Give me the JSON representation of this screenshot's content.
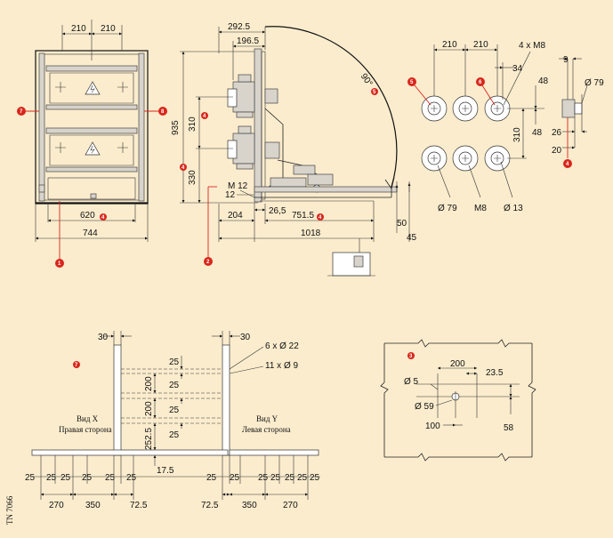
{
  "colors": {
    "background": "#fbeccd",
    "marker": "#d9261c",
    "line": "#222222"
  },
  "front_view": {
    "dims": {
      "top_a": "210",
      "top_b": "210",
      "mid": "620",
      "bottom": "744"
    },
    "markers": [
      "7",
      "8",
      "4",
      "1"
    ]
  },
  "side_view": {
    "dims": {
      "top_total": "292.5",
      "top_inner": "196.5",
      "height": "935",
      "upper": "310",
      "lower": "330",
      "m12": "M 12",
      "d12": "12",
      "d204": "204",
      "d26_5": "26,5",
      "d751_5": "751.5",
      "d1018": "1018",
      "d50": "50",
      "d45": "45",
      "angle": "90°"
    },
    "markers": [
      "5",
      "4",
      "4",
      "4",
      "2"
    ]
  },
  "bushing_view": {
    "dims": {
      "a": "210",
      "b": "210",
      "c": "4 x M8",
      "d9": "9",
      "d34": "34",
      "d48a": "48",
      "d48b": "48",
      "d310": "310",
      "d79a": "Ø 79",
      "d26": "26",
      "d20": "20",
      "d79b": "Ø 79",
      "m8": "M8",
      "d13": "Ø 13"
    },
    "markers": [
      "5",
      "6",
      "4"
    ]
  },
  "rails_view": {
    "dims": {
      "top_l": "30",
      "top_r": "30",
      "holes_a": "6 x Ø 22",
      "holes_b": "11 x Ø 9",
      "v25a": "25",
      "v200a": "200",
      "v25b": "25",
      "v25c": "25",
      "v200b": "200",
      "v25d": "25",
      "v252_5": "252.5",
      "v17_5": "17.5",
      "bottom_25": [
        "25",
        "25",
        "25",
        "25",
        "25",
        "25",
        "25",
        "25",
        "25",
        "25",
        "25",
        "25",
        "25"
      ],
      "b270a": "270",
      "b350a": "350",
      "b72_5a": "72.5",
      "b72_5b": "72.5",
      "b350b": "350",
      "b270b": "270"
    },
    "view_x_line1": "Вид X",
    "view_x_line2": "Правая сторона",
    "view_y_line1": "Вид Y",
    "view_y_line2": "Левая сторона",
    "marker": "7"
  },
  "floor_cut_view": {
    "dims": {
      "d200": "200",
      "d23_5": "23.5",
      "d5": "Ø 5",
      "d59": "Ø 59",
      "d100": "100",
      "d58": "58"
    },
    "marker": "3"
  },
  "drawing_id": "TN 7066"
}
